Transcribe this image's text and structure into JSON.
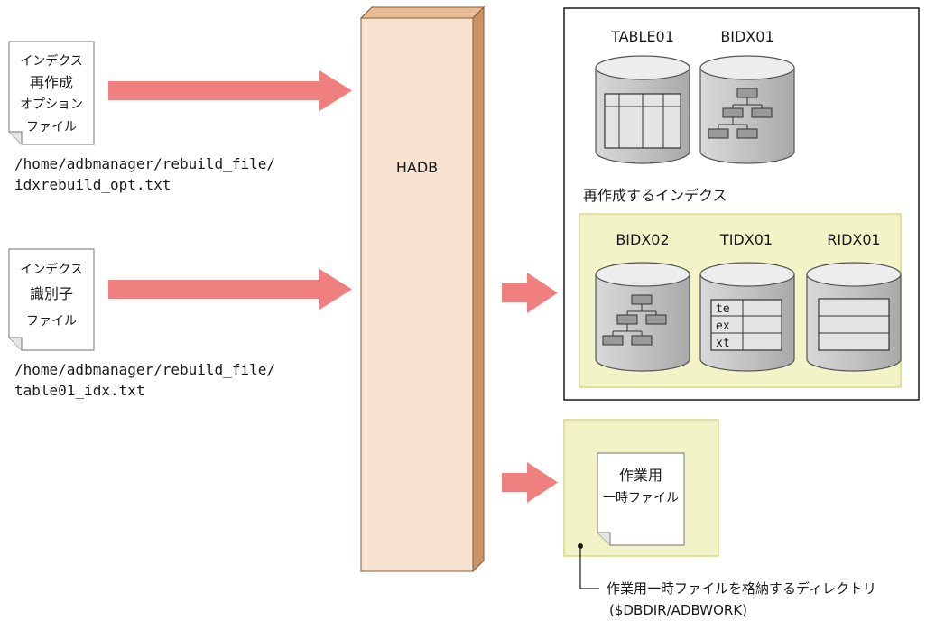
{
  "inputs": {
    "option_file": {
      "label_lines": [
        "インデクス",
        "再作成",
        "オプション",
        "ファイル"
      ],
      "path_lines": [
        "/home/adbmanager/rebuild_file/",
        "idxrebuild_opt.txt"
      ]
    },
    "id_file": {
      "label_lines": [
        "インデクス",
        "識別子",
        "ファイル"
      ],
      "path_lines": [
        "/home/adbmanager/rebuild_file/",
        "table01_idx.txt"
      ]
    }
  },
  "hadb": {
    "label": "HADB"
  },
  "database": {
    "table": {
      "label": "TABLE01"
    },
    "base_index": {
      "label": "BIDX01"
    },
    "rebuild_caption": "再作成するインデクス",
    "rebuild_indexes": [
      {
        "label": "BIDX02"
      },
      {
        "label": "TIDX01",
        "text_rows": [
          "te",
          "ex",
          "xt"
        ]
      },
      {
        "label": "RIDX01"
      }
    ]
  },
  "work": {
    "file_lines": [
      "作業用",
      "一時ファイル"
    ],
    "directory_caption": "作業用一時ファイルを格納するディレクトリ",
    "directory_path": "($DBDIR/ADBWORK)"
  },
  "colors": {
    "arrow": "#f08080",
    "highlight_box": "#f3f3c8",
    "highlight_border": "#d8d88a",
    "hadb_front": "#f7e3cf",
    "hadb_side": "#c9946a",
    "cylinder": "#c8c8c8",
    "cylinder_top": "#ededed"
  }
}
